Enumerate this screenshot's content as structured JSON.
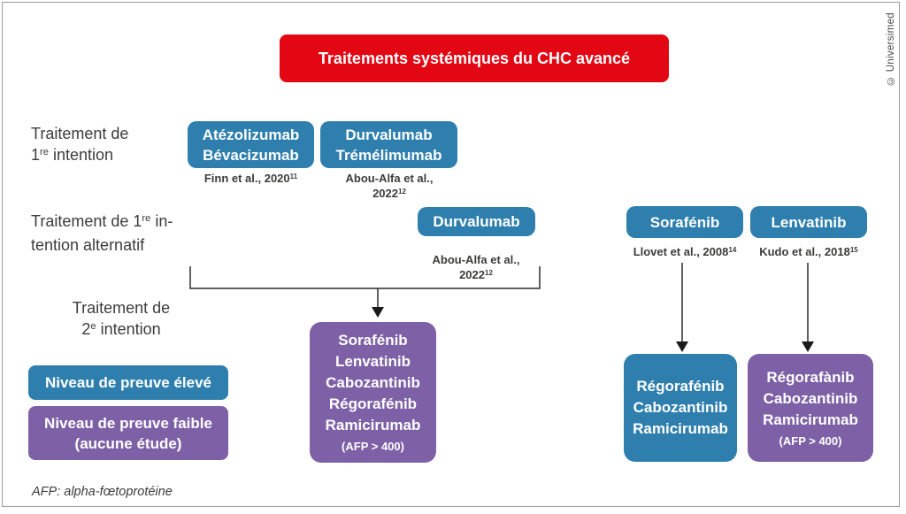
{
  "page": {
    "title": "Traitements systémiques du CHC avancé",
    "copyright": "© Universimed",
    "footnote": "AFP: alpha-fœtoprotéine"
  },
  "row_labels": {
    "first_line": {
      "l1": "Traitement de",
      "l2_pre": "1",
      "l2_sup": "re",
      "l2_post": " intention"
    },
    "first_line_alt": {
      "l1_pre": "Traitement de 1",
      "l1_sup": "re",
      "l1_post": " in-",
      "l2": "tention alternatif"
    },
    "second_line": {
      "l1": "Traitement de",
      "l2_pre": "2",
      "l2_sup": "e",
      "l2_post": " intention"
    }
  },
  "boxes": {
    "atezolizumab_bevacizumab": {
      "text": "Atézolizumab\nBévacizumab"
    },
    "durvalumab_tremelimumab": {
      "text": "Durvalumab\nTrémélimumab"
    },
    "durvalumab_alt": {
      "text": "Durvalumab"
    },
    "sorafenib": {
      "text": "Sorafénib"
    },
    "lenvatinib": {
      "text": "Lenvatinib"
    },
    "second_line_options": {
      "text": "Sorafénib\nLenvatinib\nCabozantinib\nRégorafénib\nRamicirumab",
      "note": "(AFP > 400)"
    },
    "after_sorafenib": {
      "text": "Régorafénib\nCabozantinib\nRamicirumab"
    },
    "after_lenvatinib": {
      "text": "Régorafànib\nCabozantinib\nRamicirumab",
      "note": "(AFP > 400)"
    }
  },
  "citations": {
    "finn": {
      "text": "Finn et al., 2020",
      "ref": "11"
    },
    "abou_alfa_first": {
      "text": "Abou-Alfa et al., 2022",
      "ref": "12"
    },
    "abou_alfa_alt": {
      "text": "Abou-Alfa et al., 2022",
      "ref": "12"
    },
    "llovet": {
      "text": "Llovet et al., 2008",
      "ref": "14"
    },
    "kudo": {
      "text": "Kudo et al., 2018",
      "ref": "15"
    }
  },
  "legend": {
    "high": "Niveau de preuve élevé",
    "low": "Niveau de preuve faible\n(aucune étude)"
  },
  "colors": {
    "red": "#e30613",
    "blue": "#2e7fae",
    "purple": "#7d60a6",
    "text": "#3c3c3b",
    "frame": "#9c9c9c"
  }
}
